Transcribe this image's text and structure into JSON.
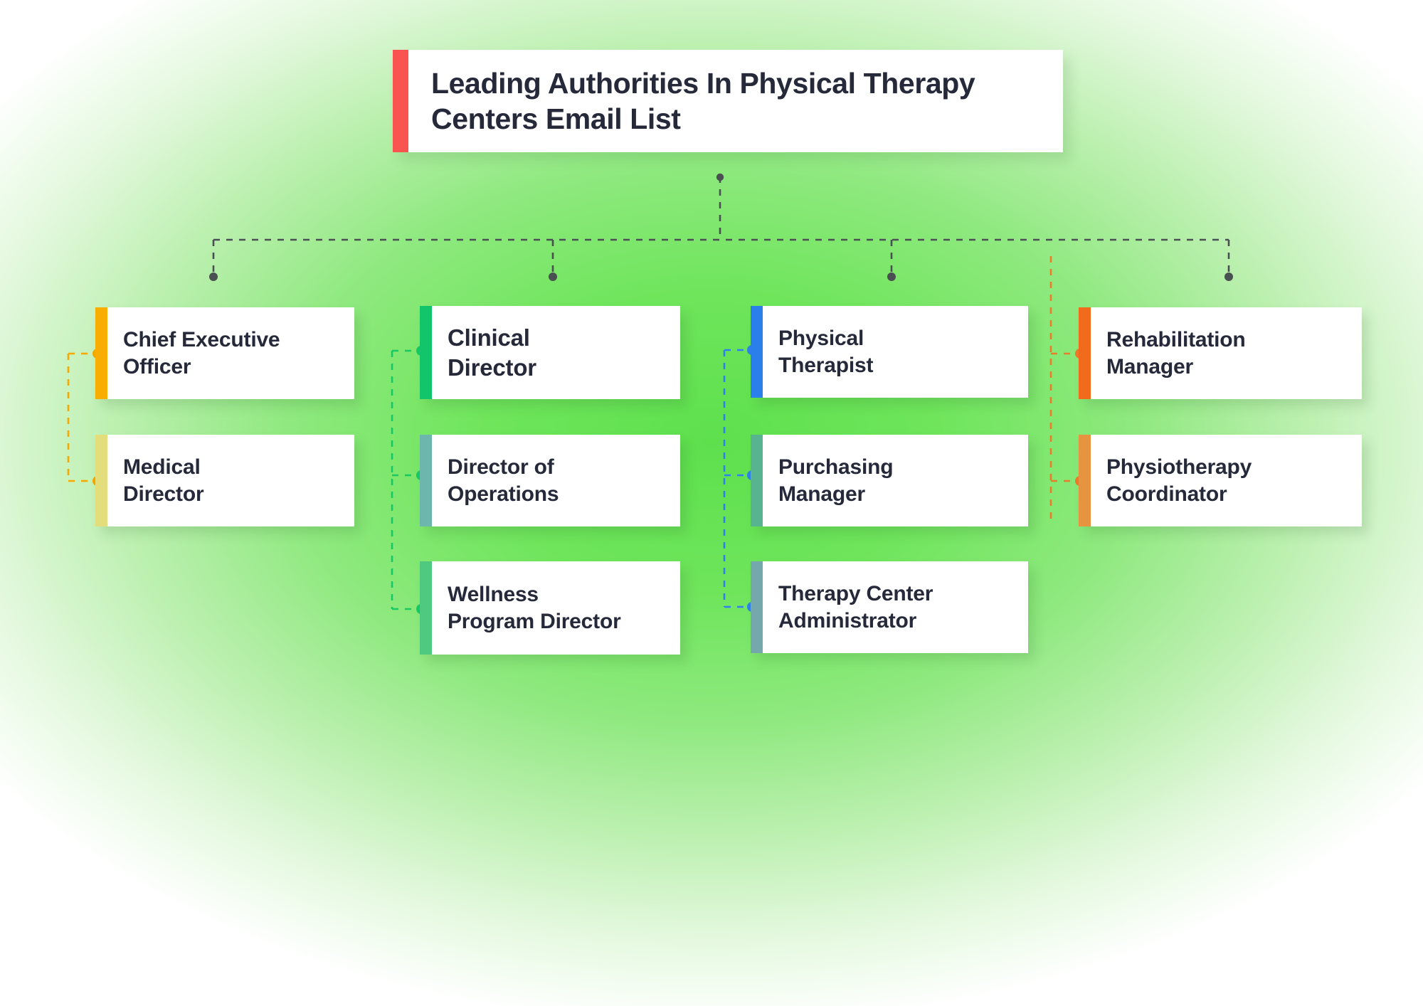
{
  "title": {
    "text": "Leading Authorities In Physical Therapy Centers Email List",
    "accent_color": "#f9544f"
  },
  "background": {
    "center_color": "#5ee04d",
    "edge_color": "#ffffff"
  },
  "chart_data": {
    "type": "diagram",
    "title": "Leading Authorities In Physical Therapy Centers Email List",
    "diagram_kind": "organizational-chart",
    "root_connector_color": "#4a4f52",
    "groups": [
      {
        "group_index": 1,
        "connector_color": "#f5a800",
        "nodes": [
          {
            "label": "Chief Executive\nOfficer",
            "bar_color": "#f9ad00",
            "is_lead": false
          },
          {
            "label": "Medical\nDirector",
            "bar_color": "#e3dd7b",
            "is_lead": false
          }
        ]
      },
      {
        "group_index": 2,
        "connector_color": "#17c964",
        "nodes": [
          {
            "label": "Clinical\nDirector",
            "bar_color": "#12c56a",
            "is_lead": true
          },
          {
            "label": "Director of\nOperations",
            "bar_color": "#6cb6ae",
            "is_lead": false
          },
          {
            "label": "Wellness\nProgram Director",
            "bar_color": "#4fc97f",
            "is_lead": false
          }
        ]
      },
      {
        "group_index": 3,
        "connector_color": "#2f80ea",
        "nodes": [
          {
            "label": "Physical\nTherapist",
            "bar_color": "#2b7fea",
            "is_lead": false
          },
          {
            "label": "Purchasing\nManager",
            "bar_color": "#58b391",
            "is_lead": false
          },
          {
            "label": "Therapy Center\nAdministrator",
            "bar_color": "#74a8ac",
            "is_lead": false
          }
        ]
      },
      {
        "group_index": 4,
        "connector_color": "#ef7a2a",
        "nodes": [
          {
            "label": "Rehabilitation\nManager",
            "bar_color": "#f26a1b",
            "is_lead": false
          },
          {
            "label": "Physiotherapy\nCoordinator",
            "bar_color": "#e79441",
            "is_lead": false
          }
        ]
      }
    ]
  }
}
